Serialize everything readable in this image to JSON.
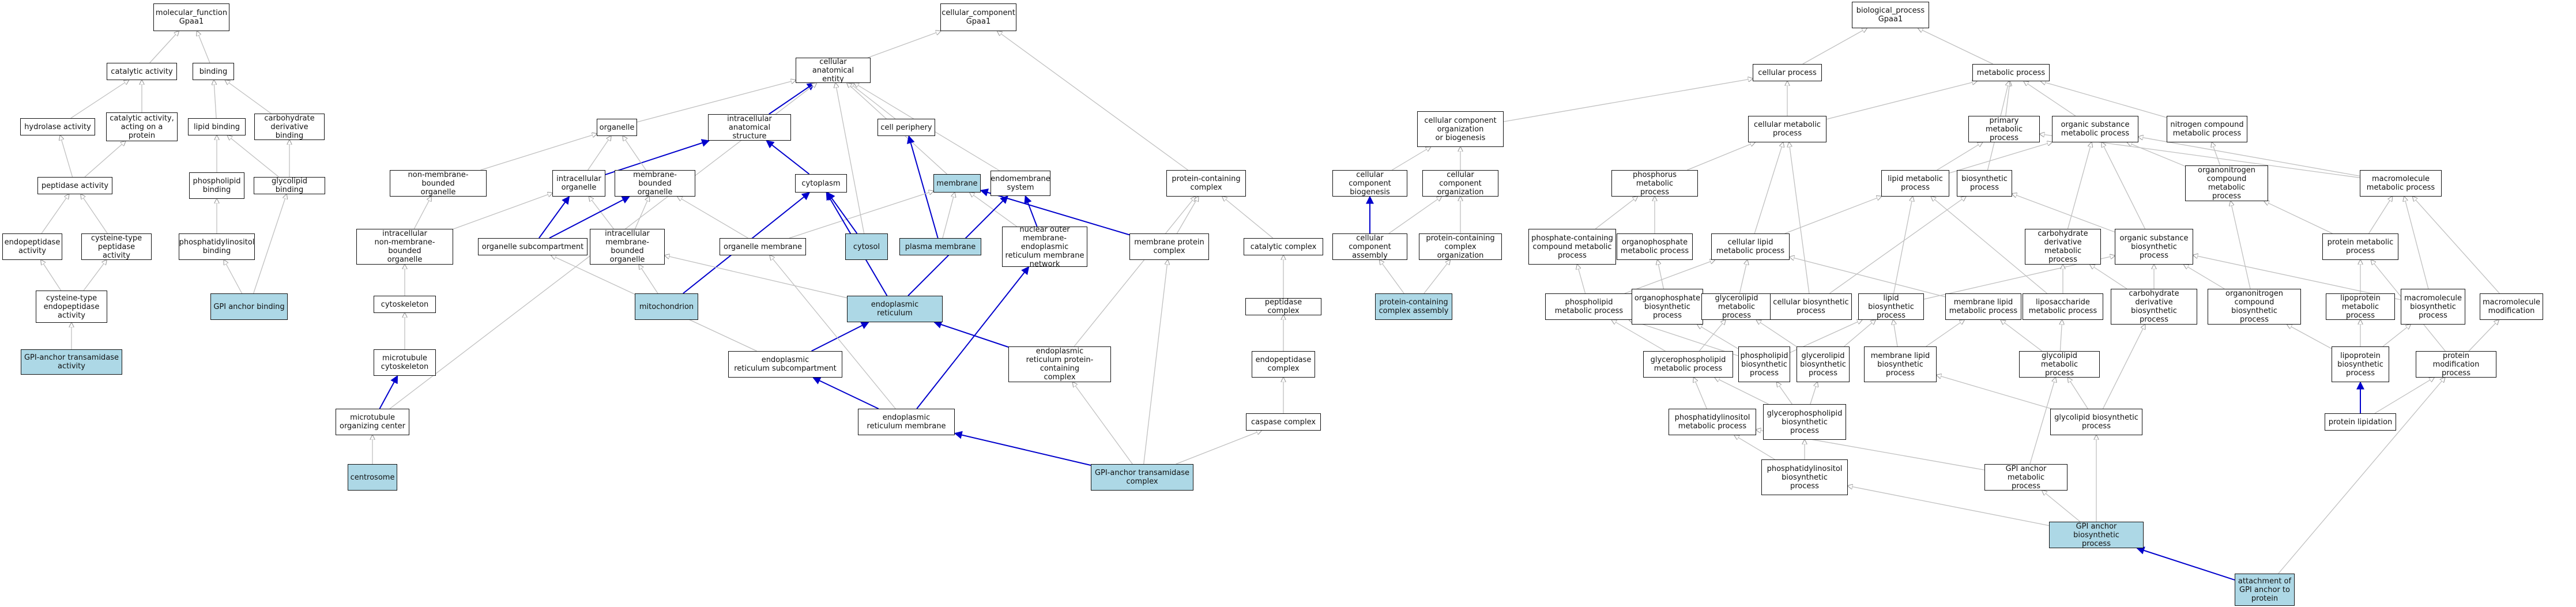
{
  "colors": {
    "highlight": "#add8e6",
    "edge_default": "#c0c0c0",
    "edge_focus": "#0000cc",
    "border": "#111111"
  },
  "nodes": [
    {
      "id": "mf",
      "label": "molecular_function\nGpaa1",
      "hl": false
    },
    {
      "id": "cat",
      "label": "catalytic activity",
      "hl": false
    },
    {
      "id": "bind",
      "label": "binding",
      "hl": false
    },
    {
      "id": "hyd",
      "label": "hydrolase activity",
      "hl": false
    },
    {
      "id": "catprot",
      "label": "catalytic activity,\nacting on a\nprotein",
      "hl": false
    },
    {
      "id": "lipb",
      "label": "lipid binding",
      "hl": false
    },
    {
      "id": "carbb",
      "label": "carbohydrate\nderivative binding",
      "hl": false
    },
    {
      "id": "pep",
      "label": "peptidase activity",
      "hl": false
    },
    {
      "id": "phlb",
      "label": "phospholipid\nbinding",
      "hl": false
    },
    {
      "id": "glyb",
      "label": "glycolipid binding",
      "hl": false
    },
    {
      "id": "endo",
      "label": "endopeptidase\nactivity",
      "hl": false
    },
    {
      "id": "cys",
      "label": "cysteine-type\npeptidase activity",
      "hl": false
    },
    {
      "id": "phib",
      "label": "phosphatidylinositol\nbinding",
      "hl": false
    },
    {
      "id": "cysendo",
      "label": "cysteine-type\nendopeptidase\nactivity",
      "hl": false
    },
    {
      "id": "gpib",
      "label": "GPI anchor binding",
      "hl": true
    },
    {
      "id": "gpita",
      "label": "GPI-anchor transamidase\nactivity",
      "hl": true
    },
    {
      "id": "cc",
      "label": "cellular_component\nGpaa1",
      "hl": false
    },
    {
      "id": "cae",
      "label": "cellular anatomical\nentity",
      "hl": false
    },
    {
      "id": "org",
      "label": "organelle",
      "hl": false
    },
    {
      "id": "ias",
      "label": "intracellular\nanatomical structure",
      "hl": false
    },
    {
      "id": "cper",
      "label": "cell periphery",
      "hl": false
    },
    {
      "id": "mem",
      "label": "membrane",
      "hl": true
    },
    {
      "id": "ends",
      "label": "endomembrane\nsystem",
      "hl": false
    },
    {
      "id": "nmbo",
      "label": "non-membrane-bounded\norganelle",
      "hl": false
    },
    {
      "id": "io",
      "label": "intracellular\norganelle",
      "hl": false
    },
    {
      "id": "mbo",
      "label": "membrane-bounded\norganelle",
      "hl": false
    },
    {
      "id": "cyto",
      "label": "cytoplasm",
      "hl": false
    },
    {
      "id": "inmbo",
      "label": "intracellular\nnon-membrane-bounded\norganelle",
      "hl": false
    },
    {
      "id": "osub",
      "label": "organelle subcompartment",
      "hl": false
    },
    {
      "id": "imbo",
      "label": "intracellular\nmembrane-bounded\norganelle",
      "hl": false
    },
    {
      "id": "omem",
      "label": "organelle membrane",
      "hl": false
    },
    {
      "id": "cytosol",
      "label": "cytosol",
      "hl": true
    },
    {
      "id": "pm",
      "label": "plasma membrane",
      "hl": true
    },
    {
      "id": "nuc",
      "label": "nuclear outer\nmembrane-endoplasmic\nreticulum membrane\nnetwork",
      "hl": false
    },
    {
      "id": "csk",
      "label": "cytoskeleton",
      "hl": false
    },
    {
      "id": "mito",
      "label": "mitochondrion",
      "hl": true
    },
    {
      "id": "er",
      "label": "endoplasmic\nreticulum",
      "hl": true
    },
    {
      "id": "mtc",
      "label": "microtubule\ncytoskeleton",
      "hl": false
    },
    {
      "id": "ersub",
      "label": "endoplasmic\nreticulum subcompartment",
      "hl": false
    },
    {
      "id": "erpc",
      "label": "endoplasmic\nreticulum protein-containing\ncomplex",
      "hl": false
    },
    {
      "id": "mtoc",
      "label": "microtubule\norganizing center",
      "hl": false
    },
    {
      "id": "erm",
      "label": "endoplasmic\nreticulum membrane",
      "hl": false
    },
    {
      "id": "centro",
      "label": "centrosome",
      "hl": true
    },
    {
      "id": "pcc",
      "label": "protein-containing\ncomplex",
      "hl": false
    },
    {
      "id": "mpc",
      "label": "membrane protein\ncomplex",
      "hl": false
    },
    {
      "id": "catc",
      "label": "catalytic complex",
      "hl": false
    },
    {
      "id": "pepc",
      "label": "peptidase complex",
      "hl": false
    },
    {
      "id": "endoc",
      "label": "endopeptidase\ncomplex",
      "hl": false
    },
    {
      "id": "casp",
      "label": "caspase complex",
      "hl": false
    },
    {
      "id": "gpic",
      "label": "GPI-anchor transamidase\ncomplex",
      "hl": true
    },
    {
      "id": "bp",
      "label": "biological_process\nGpaa1",
      "hl": false
    },
    {
      "id": "cp",
      "label": "cellular process",
      "hl": false
    },
    {
      "id": "mp",
      "label": "metabolic process",
      "hl": false
    },
    {
      "id": "ccob",
      "label": "cellular component\norganization\nor biogenesis",
      "hl": false
    },
    {
      "id": "cmp",
      "label": "cellular metabolic\nprocess",
      "hl": false
    },
    {
      "id": "pmp",
      "label": "primary metabolic\nprocess",
      "hl": false
    },
    {
      "id": "osmp",
      "label": "organic substance\nmetabolic process",
      "hl": false
    },
    {
      "id": "ncmp",
      "label": "nitrogen compound\nmetabolic process",
      "hl": false
    },
    {
      "id": "ccb",
      "label": "cellular component\nbiogenesis",
      "hl": false
    },
    {
      "id": "cco",
      "label": "cellular component\norganization",
      "hl": false
    },
    {
      "id": "phmp",
      "label": "phosphorus metabolic\nprocess",
      "hl": false
    },
    {
      "id": "lmp",
      "label": "lipid metabolic\nprocess",
      "hl": false
    },
    {
      "id": "bsp",
      "label": "biosynthetic\nprocess",
      "hl": false
    },
    {
      "id": "oncmp",
      "label": "organonitrogen\ncompound metabolic\nprocess",
      "hl": false
    },
    {
      "id": "mmp",
      "label": "macromolecule\nmetabolic process",
      "hl": false
    },
    {
      "id": "cca",
      "label": "cellular component\nassembly",
      "hl": false
    },
    {
      "id": "pcco",
      "label": "protein-containing\ncomplex organization",
      "hl": false
    },
    {
      "id": "pccmp",
      "label": "phosphate-containing\ncompound metabolic\nprocess",
      "hl": false
    },
    {
      "id": "ophmp",
      "label": "organophosphate\nmetabolic process",
      "hl": false
    },
    {
      "id": "clmp",
      "label": "cellular lipid\nmetabolic process",
      "hl": false
    },
    {
      "id": "cdmp",
      "label": "carbohydrate\nderivative metabolic\nprocess",
      "hl": false
    },
    {
      "id": "osbp",
      "label": "organic substance\nbiosynthetic\nprocess",
      "hl": false
    },
    {
      "id": "prmp",
      "label": "protein metabolic\nprocess",
      "hl": false
    },
    {
      "id": "pcca",
      "label": "protein-containing\ncomplex assembly",
      "hl": true
    },
    {
      "id": "plmp",
      "label": "phospholipid\nmetabolic process",
      "hl": false
    },
    {
      "id": "ophbp",
      "label": "organophosphate\nbiosynthetic\nprocess",
      "hl": false
    },
    {
      "id": "glmp",
      "label": "glycerolipid\nmetabolic process",
      "hl": false
    },
    {
      "id": "cbp",
      "label": "cellular biosynthetic\nprocess",
      "hl": false
    },
    {
      "id": "lbp",
      "label": "lipid biosynthetic\nprocess",
      "hl": false
    },
    {
      "id": "mlmp",
      "label": "membrane lipid\nmetabolic process",
      "hl": false
    },
    {
      "id": "lsmp",
      "label": "liposaccharide\nmetabolic process",
      "hl": false
    },
    {
      "id": "cdbp",
      "label": "carbohydrate\nderivative biosynthetic\nprocess",
      "hl": false
    },
    {
      "id": "oncbp",
      "label": "organonitrogen\ncompound biosynthetic\nprocess",
      "hl": false
    },
    {
      "id": "lpmp",
      "label": "lipoprotein\nmetabolic process",
      "hl": false
    },
    {
      "id": "mbp",
      "label": "macromolecule\nbiosynthetic\nprocess",
      "hl": false
    },
    {
      "id": "mmod",
      "label": "macromolecule\nmodification",
      "hl": false
    },
    {
      "id": "gplmp",
      "label": "glycerophospholipid\nmetabolic process",
      "hl": false
    },
    {
      "id": "phlbp",
      "label": "phospholipid\nbiosynthetic\nprocess",
      "hl": false
    },
    {
      "id": "glbp",
      "label": "glycerolipid\nbiosynthetic\nprocess",
      "hl": false
    },
    {
      "id": "mlbp",
      "label": "membrane lipid\nbiosynthetic\nprocess",
      "hl": false
    },
    {
      "id": "gymp",
      "label": "glycolipid metabolic\nprocess",
      "hl": false
    },
    {
      "id": "lpbp",
      "label": "lipoprotein\nbiosynthetic\nprocess",
      "hl": false
    },
    {
      "id": "pmod",
      "label": "protein modification\nprocess",
      "hl": false
    },
    {
      "id": "pimp",
      "label": "phosphatidylinositol\nmetabolic process",
      "hl": false
    },
    {
      "id": "gplbp",
      "label": "glycerophospholipid\nbiosynthetic\nprocess",
      "hl": false
    },
    {
      "id": "gybp",
      "label": "glycolipid biosynthetic\nprocess",
      "hl": false
    },
    {
      "id": "plip",
      "label": "protein lipidation",
      "hl": false
    },
    {
      "id": "pibp",
      "label": "phosphatidylinositol\nbiosynthetic\nprocess",
      "hl": false
    },
    {
      "id": "gpimp",
      "label": "GPI anchor metabolic\nprocess",
      "hl": false
    },
    {
      "id": "gpibp",
      "label": "GPI anchor biosynthetic\nprocess",
      "hl": true
    },
    {
      "id": "att",
      "label": "attachment of\nGPI anchor to\nprotein",
      "hl": true
    }
  ],
  "edges": [
    [
      "cat",
      "mf",
      0
    ],
    [
      "bind",
      "mf",
      0
    ],
    [
      "hyd",
      "cat",
      0
    ],
    [
      "catprot",
      "cat",
      0
    ],
    [
      "lipb",
      "bind",
      0
    ],
    [
      "carbb",
      "bind",
      0
    ],
    [
      "pep",
      "hyd",
      0
    ],
    [
      "pep",
      "catprot",
      0
    ],
    [
      "phlb",
      "lipb",
      0
    ],
    [
      "glyb",
      "lipb",
      0
    ],
    [
      "glyb",
      "carbb",
      0
    ],
    [
      "endo",
      "pep",
      0
    ],
    [
      "cys",
      "pep",
      0
    ],
    [
      "phib",
      "phlb",
      0
    ],
    [
      "cysendo",
      "endo",
      0
    ],
    [
      "cysendo",
      "cys",
      0
    ],
    [
      "gpib",
      "phib",
      0
    ],
    [
      "gpib",
      "glyb",
      0
    ],
    [
      "gpita",
      "cysendo",
      0
    ],
    [
      "cae",
      "cc",
      0
    ],
    [
      "pcc",
      "cc",
      0
    ],
    [
      "org",
      "cae",
      0
    ],
    [
      "ias",
      "cae",
      1
    ],
    [
      "cper",
      "cae",
      0
    ],
    [
      "mem",
      "cae",
      0
    ],
    [
      "ends",
      "cae",
      0
    ],
    [
      "nmbo",
      "org",
      0
    ],
    [
      "io",
      "org",
      0
    ],
    [
      "io",
      "ias",
      1
    ],
    [
      "mbo",
      "org",
      0
    ],
    [
      "cyto",
      "ias",
      1
    ],
    [
      "pm",
      "cper",
      1
    ],
    [
      "pm",
      "mem",
      0
    ],
    [
      "inmbo",
      "nmbo",
      0
    ],
    [
      "inmbo",
      "io",
      0
    ],
    [
      "osub",
      "io",
      1
    ],
    [
      "imbo",
      "mbo",
      0
    ],
    [
      "imbo",
      "io",
      0
    ],
    [
      "osub",
      "mbo",
      1
    ],
    [
      "omem",
      "mbo",
      0
    ],
    [
      "omem",
      "mem",
      0
    ],
    [
      "cytosol",
      "cyto",
      1
    ],
    [
      "cytosol",
      "cae",
      0
    ],
    [
      "mito",
      "imbo",
      0
    ],
    [
      "mito",
      "cyto",
      1
    ],
    [
      "nuc",
      "ends",
      1
    ],
    [
      "nuc",
      "mem",
      0
    ],
    [
      "csk",
      "inmbo",
      0
    ],
    [
      "er",
      "imbo",
      0
    ],
    [
      "er",
      "cyto",
      1
    ],
    [
      "er",
      "ends",
      1
    ],
    [
      "mtc",
      "csk",
      0
    ],
    [
      "mtoc",
      "mtc",
      1
    ],
    [
      "mtoc",
      "cae",
      0
    ],
    [
      "centro",
      "mtoc",
      0
    ],
    [
      "ersub",
      "er",
      1
    ],
    [
      "ersub",
      "osub",
      0
    ],
    [
      "erpc",
      "er",
      1
    ],
    [
      "erpc",
      "pcc",
      0
    ],
    [
      "erm",
      "ersub",
      1
    ],
    [
      "erm",
      "nuc",
      1
    ],
    [
      "erm",
      "omem",
      0
    ],
    [
      "mpc",
      "pcc",
      0
    ],
    [
      "mpc",
      "mem",
      1
    ],
    [
      "catc",
      "pcc",
      0
    ],
    [
      "pepc",
      "catc",
      0
    ],
    [
      "endoc",
      "pepc",
      0
    ],
    [
      "casp",
      "endoc",
      0
    ],
    [
      "gpic",
      "casp",
      0
    ],
    [
      "gpic",
      "erpc",
      0
    ],
    [
      "gpic",
      "mpc",
      0
    ],
    [
      "gpic",
      "erm",
      1
    ],
    [
      "cp",
      "bp",
      0
    ],
    [
      "mp",
      "bp",
      0
    ],
    [
      "ccob",
      "cp",
      0
    ],
    [
      "cmp",
      "cp",
      0
    ],
    [
      "cmp",
      "mp",
      0
    ],
    [
      "pmp",
      "mp",
      0
    ],
    [
      "osmp",
      "mp",
      0
    ],
    [
      "ncmp",
      "mp",
      0
    ],
    [
      "ccb",
      "ccob",
      0
    ],
    [
      "cco",
      "ccob",
      0
    ],
    [
      "phmp",
      "cmp",
      0
    ],
    [
      "lmp",
      "pmp",
      0
    ],
    [
      "lmp",
      "osmp",
      0
    ],
    [
      "bsp",
      "mp",
      0
    ],
    [
      "oncmp",
      "osmp",
      0
    ],
    [
      "oncmp",
      "ncmp",
      0
    ],
    [
      "mmp",
      "osmp",
      0
    ],
    [
      "mmp",
      "pmp",
      0
    ],
    [
      "cca",
      "ccb",
      1
    ],
    [
      "cca",
      "cco",
      0
    ],
    [
      "pcco",
      "cco",
      0
    ],
    [
      "pcca",
      "cca",
      0
    ],
    [
      "pcca",
      "pcco",
      0
    ],
    [
      "pccmp",
      "phmp",
      0
    ],
    [
      "ophmp",
      "phmp",
      0
    ],
    [
      "clmp",
      "lmp",
      0
    ],
    [
      "clmp",
      "cmp",
      0
    ],
    [
      "cdmp",
      "osmp",
      0
    ],
    [
      "osbp",
      "osmp",
      0
    ],
    [
      "osbp",
      "bsp",
      0
    ],
    [
      "prmp",
      "mmp",
      0
    ],
    [
      "prmp",
      "oncmp",
      0
    ],
    [
      "plmp",
      "pccmp",
      0
    ],
    [
      "plmp",
      "clmp",
      0
    ],
    [
      "ophbp",
      "ophmp",
      0
    ],
    [
      "glmp",
      "clmp",
      0
    ],
    [
      "cbp",
      "cmp",
      0
    ],
    [
      "cbp",
      "bsp",
      0
    ],
    [
      "lbp",
      "lmp",
      0
    ],
    [
      "lbp",
      "osbp",
      0
    ],
    [
      "mlmp",
      "clmp",
      0
    ],
    [
      "lsmp",
      "lmp",
      0
    ],
    [
      "lsmp",
      "cdmp",
      0
    ],
    [
      "cdbp",
      "cdmp",
      0
    ],
    [
      "cdbp",
      "osbp",
      0
    ],
    [
      "oncbp",
      "oncmp",
      0
    ],
    [
      "oncbp",
      "osbp",
      0
    ],
    [
      "lpmp",
      "prmp",
      0
    ],
    [
      "mbp",
      "mmp",
      0
    ],
    [
      "mbp",
      "osbp",
      0
    ],
    [
      "mmod",
      "mmp",
      0
    ],
    [
      "gplmp",
      "plmp",
      0
    ],
    [
      "gplmp",
      "glmp",
      0
    ],
    [
      "phlbp",
      "plmp",
      0
    ],
    [
      "phlbp",
      "lbp",
      0
    ],
    [
      "phlbp",
      "ophbp",
      0
    ],
    [
      "glbp",
      "glmp",
      0
    ],
    [
      "glbp",
      "lbp",
      0
    ],
    [
      "mlbp",
      "mlmp",
      0
    ],
    [
      "mlbp",
      "lbp",
      0
    ],
    [
      "gymp",
      "lsmp",
      0
    ],
    [
      "gymp",
      "mlmp",
      0
    ],
    [
      "lpbp",
      "lpmp",
      0
    ],
    [
      "lpbp",
      "oncbp",
      0
    ],
    [
      "lpbp",
      "mbp",
      0
    ],
    [
      "pmod",
      "prmp",
      0
    ],
    [
      "pmod",
      "mmod",
      0
    ],
    [
      "pimp",
      "gplmp",
      0
    ],
    [
      "gplbp",
      "gplmp",
      0
    ],
    [
      "gplbp",
      "phlbp",
      0
    ],
    [
      "gplbp",
      "glbp",
      0
    ],
    [
      "gybp",
      "gymp",
      0
    ],
    [
      "gybp",
      "mlbp",
      0
    ],
    [
      "gybp",
      "cdbp",
      0
    ],
    [
      "plip",
      "lpbp",
      1
    ],
    [
      "plip",
      "pmod",
      0
    ],
    [
      "pibp",
      "pimp",
      0
    ],
    [
      "pibp",
      "gplbp",
      0
    ],
    [
      "gpimp",
      "gymp",
      0
    ],
    [
      "gpimp",
      "pimp",
      0
    ],
    [
      "gpibp",
      "gpimp",
      0
    ],
    [
      "gpibp",
      "gybp",
      0
    ],
    [
      "gpibp",
      "pibp",
      0
    ],
    [
      "att",
      "gpibp",
      1
    ],
    [
      "att",
      "pmod",
      0
    ]
  ]
}
